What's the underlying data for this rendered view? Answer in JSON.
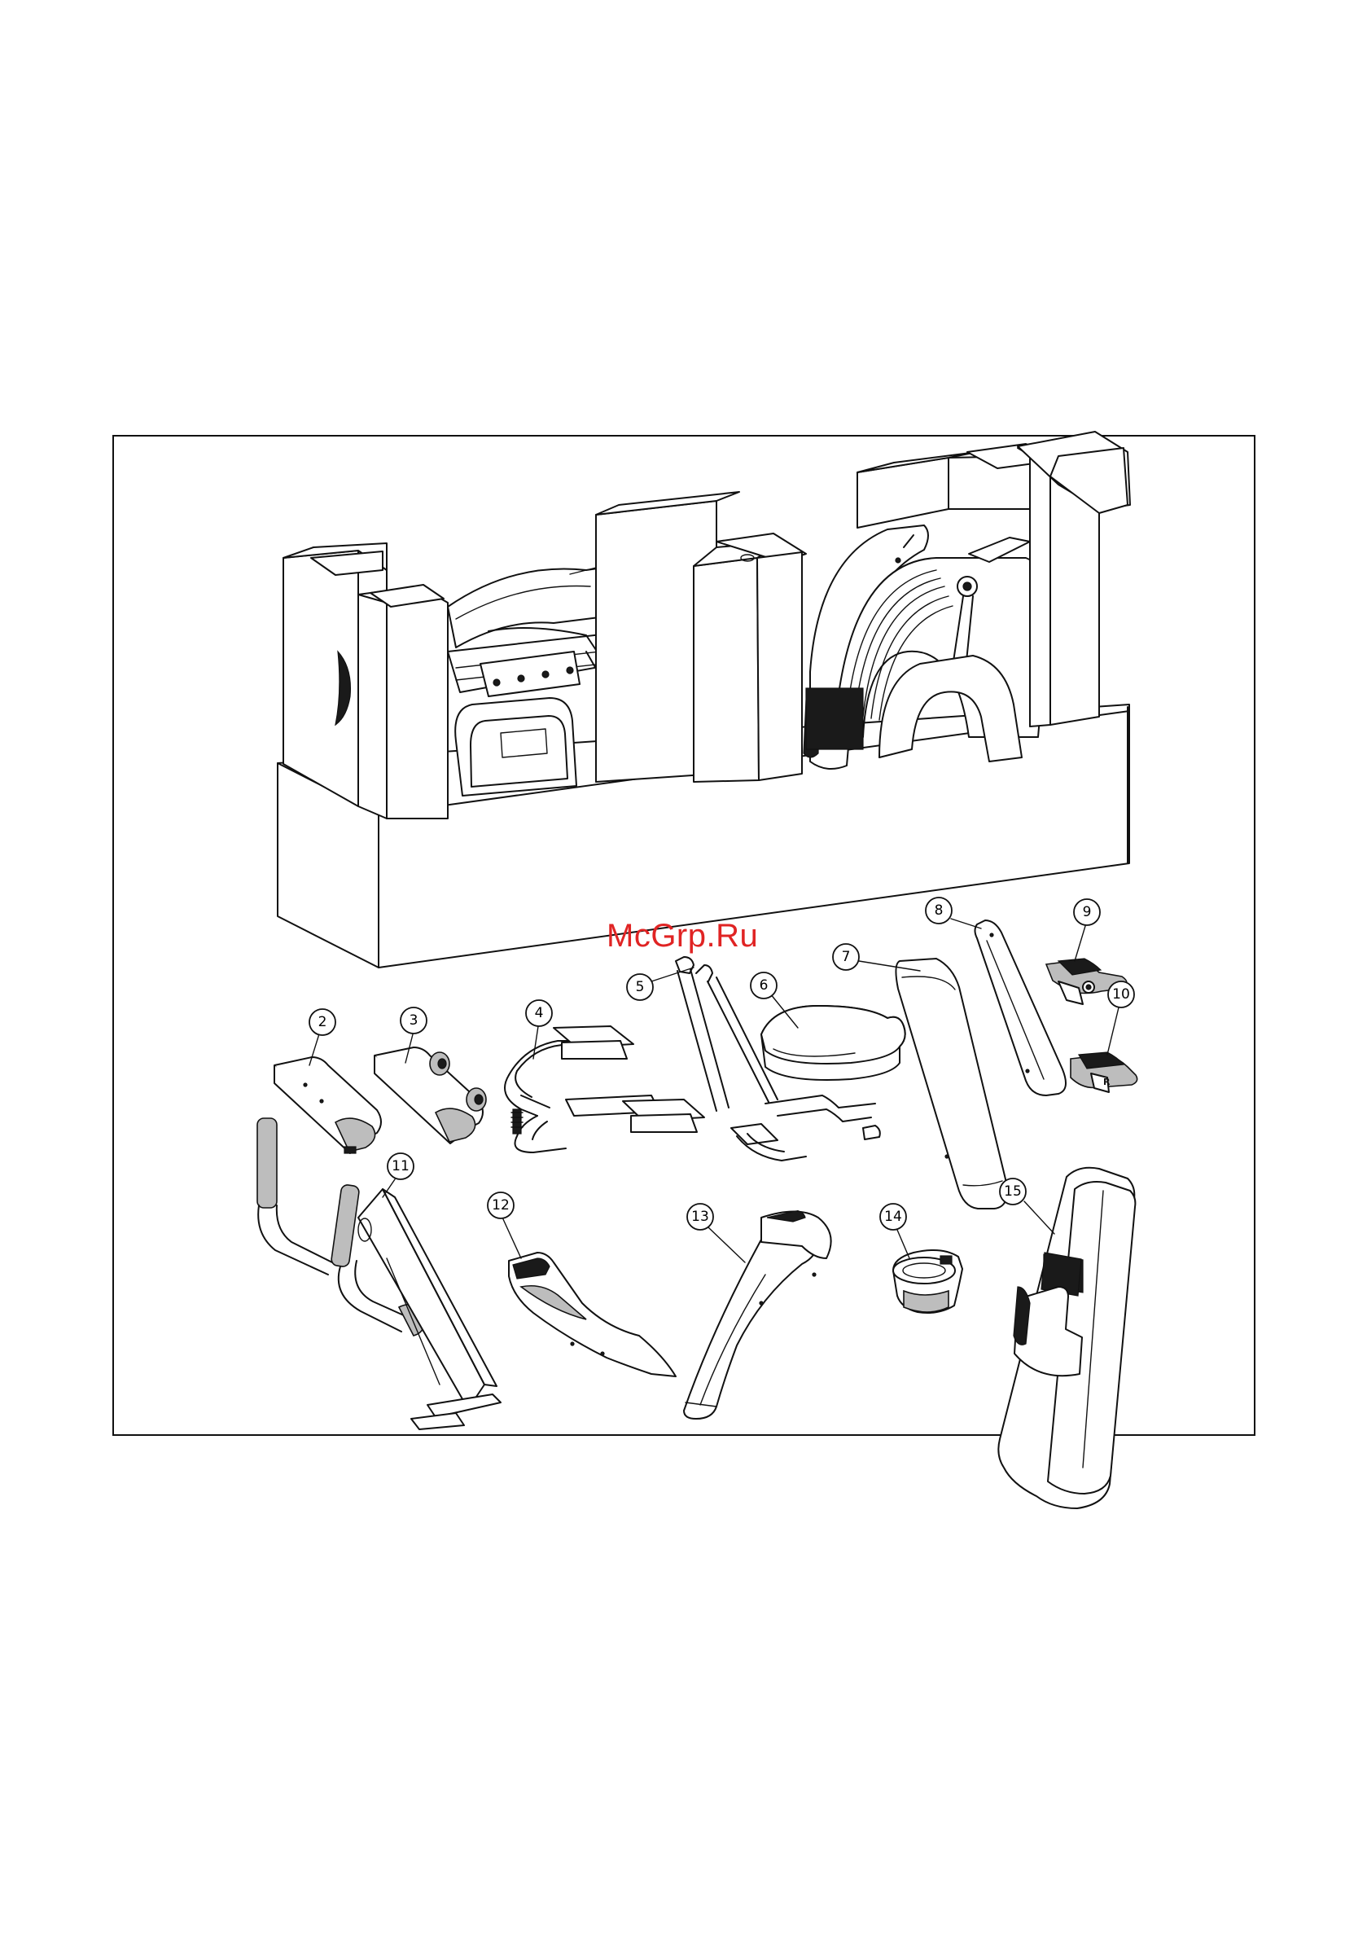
{
  "watermark": "McGrp.Ru",
  "callouts": [
    {
      "id": "callout-2",
      "label": "2"
    },
    {
      "id": "callout-3",
      "label": "3"
    },
    {
      "id": "callout-4",
      "label": "4"
    },
    {
      "id": "callout-5",
      "label": "5"
    },
    {
      "id": "callout-6",
      "label": "6"
    },
    {
      "id": "callout-7",
      "label": "7"
    },
    {
      "id": "callout-8",
      "label": "8"
    },
    {
      "id": "callout-9",
      "label": "9"
    },
    {
      "id": "callout-10",
      "label": "10"
    },
    {
      "id": "callout-11",
      "label": "11"
    },
    {
      "id": "callout-12",
      "label": "12"
    },
    {
      "id": "callout-13",
      "label": "13"
    },
    {
      "id": "callout-14",
      "label": "14"
    },
    {
      "id": "callout-15",
      "label": "15"
    }
  ]
}
